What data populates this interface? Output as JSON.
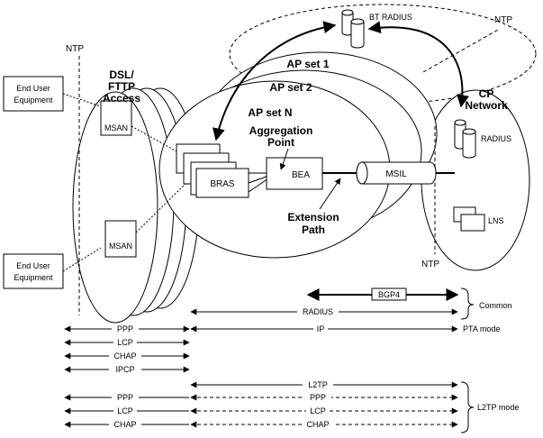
{
  "labels": {
    "ntp_left": "NTP",
    "ntp_right": "NTP",
    "ntp_top": "NTP",
    "bt_radius": "BT RADIUS",
    "dsl_fttp_1": "DSL/",
    "dsl_fttp_2": "FTTP",
    "dsl_fttp_3": "Access",
    "ap_set_1": "AP set 1",
    "ap_set_2": "AP set 2",
    "ap_set_n": "AP set N",
    "aggregation_1": "Aggregation",
    "aggregation_2": "Point",
    "extension_1": "Extension",
    "extension_2": "Path",
    "cp_network_1": "CP",
    "cp_network_2": "Network",
    "radius": "RADIUS",
    "lns": "LNS",
    "msil": "MSIL",
    "bea": "BEA",
    "bras": "BRAS",
    "msan_top": "MSAN",
    "msan_bottom": "MSAN",
    "end_user_top_1": "End User",
    "end_user_top_2": "Equipment",
    "end_user_bottom_1": "End User",
    "end_user_bottom_2": "Equipment"
  },
  "protocols": {
    "bgp4": "BGP4",
    "radius": "RADIUS",
    "ip": "IP",
    "ppp": "PPP",
    "lcp": "LCP",
    "chap": "CHAP",
    "ipcp": "IPCP",
    "l2tp": "L2TP",
    "ppp2": "PPP",
    "lcp2": "LCP",
    "chap2": "CHAP",
    "ppp3": "PPP",
    "lcp3": "LCP",
    "chap3": "CHAP"
  },
  "modes": {
    "common": "Common",
    "pta": "PTA mode",
    "l2tp": "L2TP mode"
  }
}
